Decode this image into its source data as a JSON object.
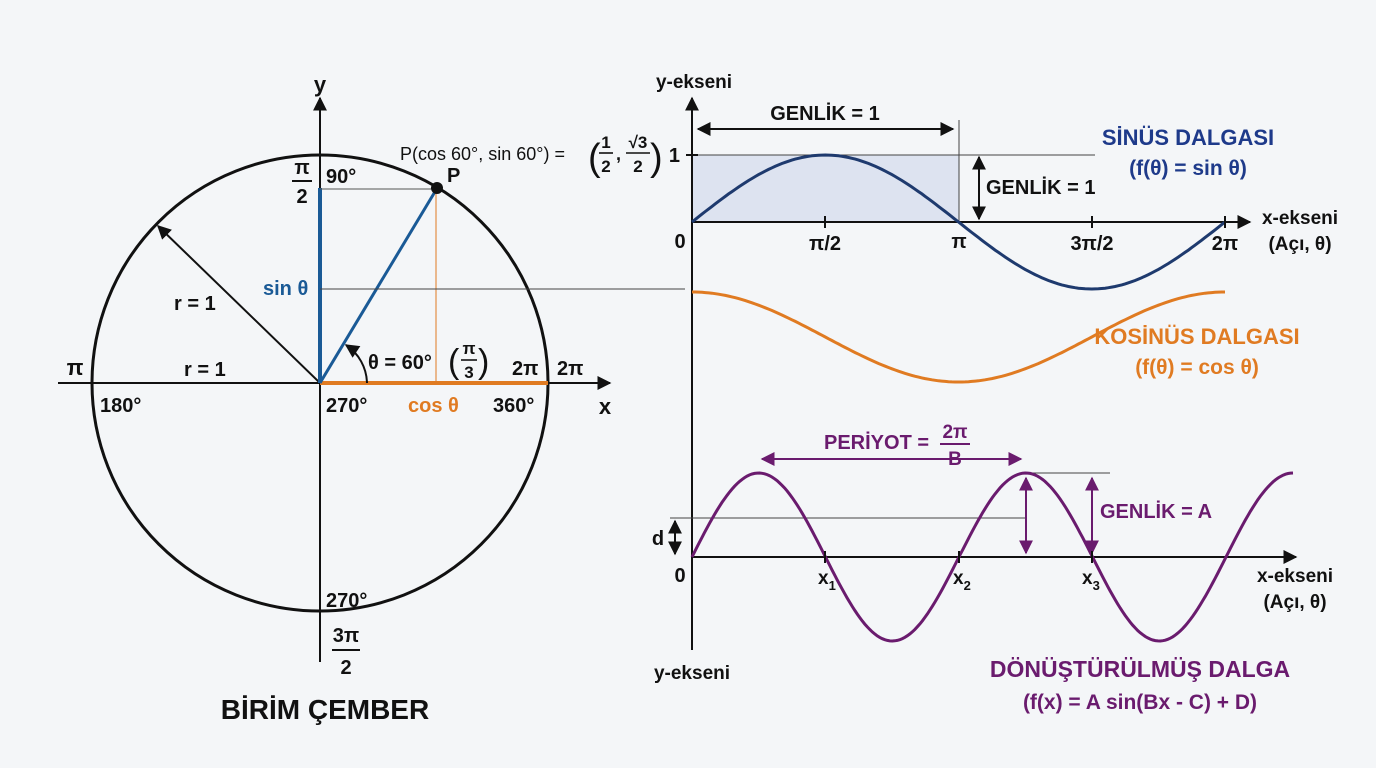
{
  "colors": {
    "ink": "#111111",
    "sine": "#1e3a6e",
    "sine_text": "#1e3a8a",
    "cosine": "#e07b22",
    "transformed": "#6a1b6e",
    "unit_sin": "#1a5a96",
    "shade": "#dde3f0",
    "background": "#f4f6f8"
  },
  "unit_circle": {
    "title": "BİRİM ÇEMBER",
    "axis_x": "x",
    "axis_y": "y",
    "left_pi": "π",
    "deg_180": "180°",
    "r_upper": "r = 1",
    "r_lower": "r = 1",
    "deg_90": "90°",
    "pi_half_num": "π",
    "pi_half_den": "2",
    "point_name": "P",
    "point_coords": "P(cos 60°, sin 60°) =",
    "frac_half_num": "1",
    "frac_half_den": "2",
    "frac_sqrt_num": "√3",
    "frac_sqrt_den": "2",
    "sin_label": "sin θ",
    "cos_label": "cos θ",
    "theta_label": "θ = 60°",
    "theta_num": "π",
    "theta_den": "3",
    "origin_deg": "270°",
    "two_pi_a": "2π",
    "two_pi_b": "2π",
    "deg_360": "360°",
    "bottom_deg": "270°",
    "three_pi_half_num": "3π",
    "three_pi_half_den": "2"
  },
  "sine_graph": {
    "y_axis_label": "y-ekseni",
    "amplitude_top": "GENLİK = 1",
    "amplitude_side": "GENLİK = 1",
    "tick_one": "1",
    "origin": "0",
    "tick_labels": [
      "π/2",
      "π",
      "3π/2",
      "2π"
    ],
    "x_axis_label": "x-ekseni",
    "x_axis_sub": "(Açı, θ)",
    "wave_title": "SİNÜS DALGASI",
    "wave_formula": "(f(θ) = sin θ)"
  },
  "cosine_graph": {
    "wave_title": "KOSİNÜS DALGASI",
    "wave_formula": "(f(θ) = cos θ)"
  },
  "transformed_graph": {
    "period_label": "PERİYOT =",
    "period_num": "2π",
    "period_den": "B",
    "amplitude": "GENLİK = A",
    "d_label": "d",
    "origin": "0",
    "x_ticks": [
      {
        "main": "x",
        "sub": "1"
      },
      {
        "main": "x",
        "sub": "2"
      },
      {
        "main": "x",
        "sub": "3"
      }
    ],
    "x_axis_label": "x-ekseni",
    "x_axis_sub": "(Açı, θ)",
    "y_axis_label": "y-ekseni",
    "wave_title": "DÖNÜŞTÜRÜLMÜŞ DALGA",
    "wave_formula": "(f(x) = A sin(Bx - C) + D)"
  }
}
